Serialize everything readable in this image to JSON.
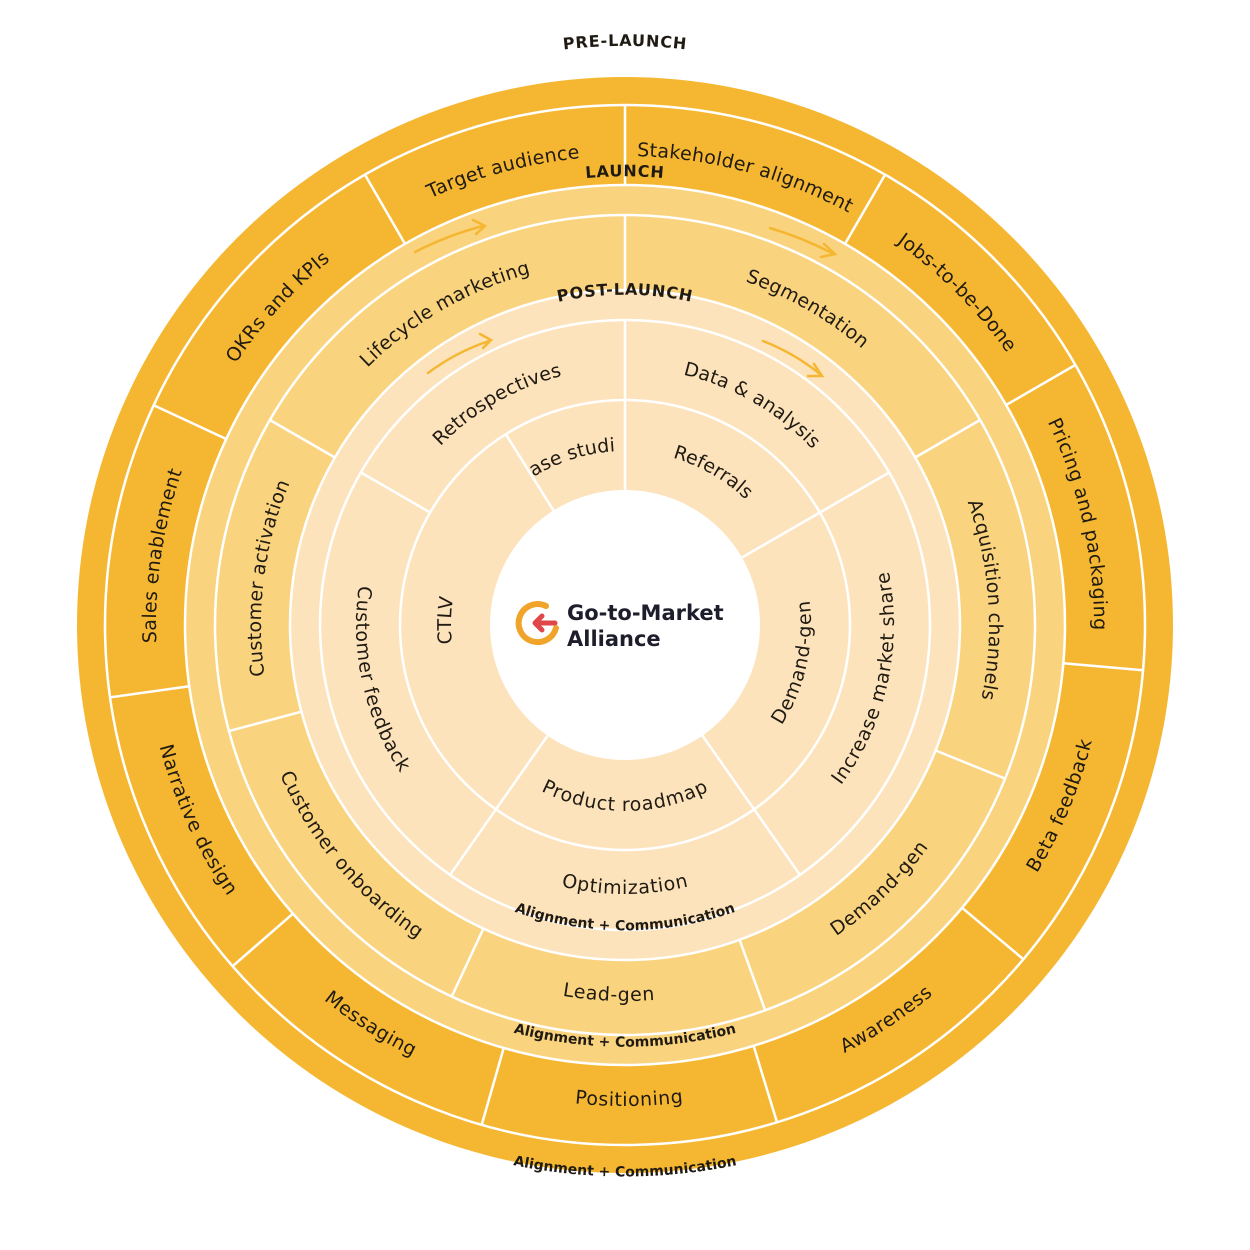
{
  "colors": {
    "outer_ring": "#F5B731",
    "middle_ring": "#FAD37E",
    "inner_ring": "#FDE3BC",
    "core": "#FFFFFF",
    "divider": "#FFFFFF",
    "arrow": "#F5B731",
    "logo_primary": "#F0A52A",
    "logo_secondary": "#E0474A"
  },
  "rings": {
    "pre_launch": {
      "title": "PRE-LAUNCH",
      "footer": "Alignment + Communication",
      "segments": [
        "Target audience",
        "Stakeholder alignment",
        "Jobs-to-be-Done",
        "Pricing and packaging",
        "Beta feedback",
        "Awareness",
        "Positioning",
        "Messaging",
        "Narrative design",
        "Sales enablement",
        "OKRs and KPIs"
      ]
    },
    "launch": {
      "title": "LAUNCH",
      "footer": "Alignment + Communication",
      "segments": [
        "Lifecycle marketing",
        "Segmentation",
        "Acquisition channels",
        "Demand-gen",
        "Lead-gen",
        "Customer onboarding",
        "Customer activation"
      ]
    },
    "post_launch": {
      "title": "POST-LAUNCH",
      "footer": "Alignment + Communication",
      "outer_segments": [
        "Retrospectives",
        "Data & analysis",
        "Increase market share",
        "Optimization",
        "Customer feedback"
      ],
      "inner_segments": [
        "Case studies",
        "Referrals",
        "Demand-gen",
        "Product roadmap",
        "CTLV"
      ]
    }
  },
  "logo": {
    "icon": "go-to-market-alliance-logo-icon",
    "line1": "Go-to-Market",
    "line2": "Alliance"
  }
}
